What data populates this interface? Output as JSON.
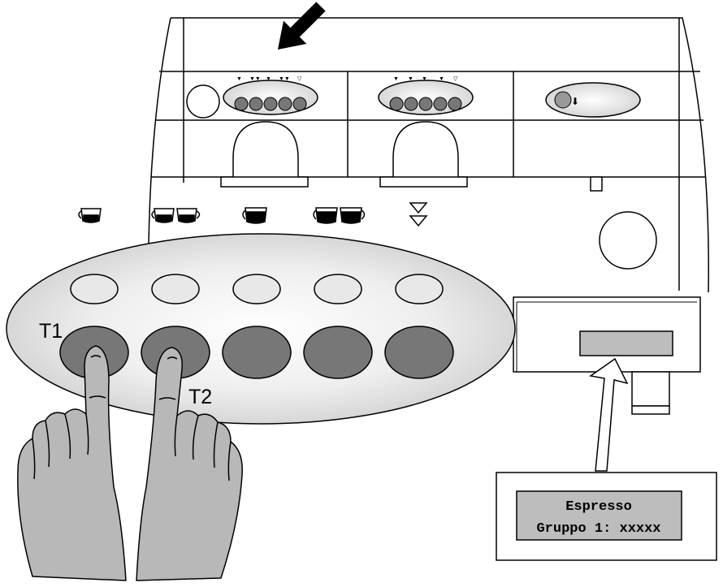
{
  "labels": {
    "t1": "T1",
    "t2": "T2"
  },
  "display": {
    "line1": "Espresso",
    "line2": "Gruppo 1: xxxxx"
  },
  "keypad": {
    "icons": [
      "one-espresso-cup-icon",
      "two-espresso-cups-icon",
      "one-coffee-cup-icon",
      "two-coffee-cups-icon",
      "continuous-dispense-icon"
    ],
    "pressed_keys": [
      "T1",
      "T2"
    ]
  },
  "colors": {
    "panel_fill": "#e6e6e6",
    "button_light": "#e8e8e8",
    "button_dark": "#777777",
    "skin": "#b8b8b8",
    "lcd_fill": "#bdbdbd",
    "line": "#000000"
  }
}
